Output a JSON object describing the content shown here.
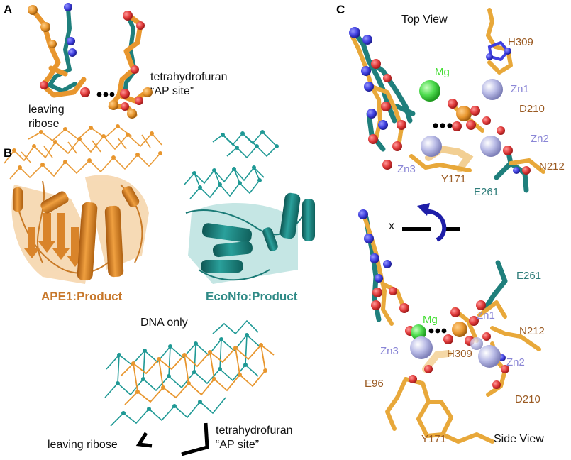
{
  "colors": {
    "orange": "#e8962e",
    "teal": "#1f7f7c",
    "oxygen": "#e03a3a",
    "nitrogen": "#3f3fe0",
    "zinc": "#b9bbe6",
    "magnesium": "#4fdc4f",
    "label_brown": "#9a5a22",
    "label_teal": "#2f7d7a",
    "label_lavender": "#8a86d6",
    "label_green": "#44dd33"
  },
  "panels": {
    "a": {
      "letter": "A",
      "leaving_ribose_line1": "leaving",
      "leaving_ribose_line2": "ribose",
      "thf_line1": "tetrahydrofuran",
      "thf_line2": "“AP site”"
    },
    "b": {
      "letter": "B",
      "ape1_caption": "APE1:Product",
      "econfo_caption": "EcoNfo:Product",
      "dna_only": "DNA only",
      "leaving_ribose": "leaving ribose",
      "thf_line1": "tetrahydrofuran",
      "thf_line2": "“AP site”"
    },
    "c": {
      "letter": "C",
      "top_view": "Top View",
      "side_view": "Side View",
      "axis": "x",
      "top_labels": {
        "h309": "H309",
        "mg": "Mg",
        "zn1": "Zn1",
        "d210": "D210",
        "zn2": "Zn2",
        "zn3": "Zn3",
        "n212": "N212",
        "y171": "Y171",
        "e261": "E261"
      },
      "side_labels": {
        "e261": "E261",
        "mg": "Mg",
        "zn1": "Zn1",
        "n212": "N212",
        "zn3": "Zn3",
        "h309": "H309",
        "zn2": "Zn2",
        "e96": "E96",
        "d210": "D210",
        "y171": "Y171"
      }
    }
  }
}
